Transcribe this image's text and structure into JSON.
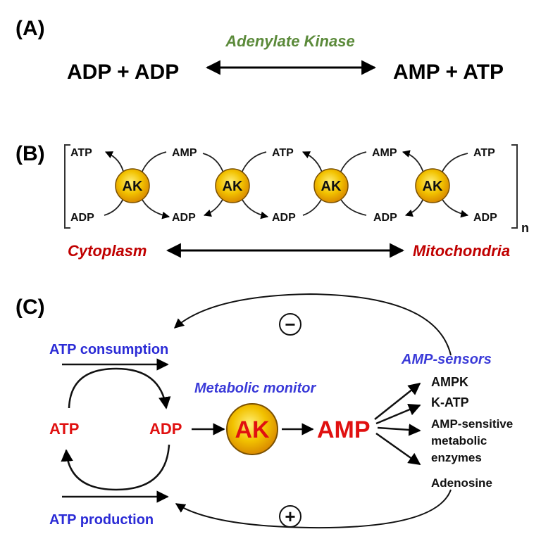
{
  "panel_a": {
    "label": "(A)",
    "enzyme": "Adenylate Kinase",
    "left": "ADP + ADP",
    "right": "AMP + ATP"
  },
  "panel_b": {
    "label": "(B)",
    "node_label": "AK",
    "subscript": "n",
    "nodes": [
      {
        "top_left": "ATP",
        "top_right": "AMP",
        "bottom_left": "ADP",
        "bottom_right": "ADP"
      },
      {
        "top_left": "",
        "top_right": "",
        "bottom_left": "ADP",
        "bottom_right": "ADP"
      },
      {
        "top_left": "ATP",
        "top_right": "AMP",
        "bottom_left": "",
        "bottom_right": ""
      },
      {
        "top_left": "",
        "top_right": "ATP",
        "bottom_left": "ADP",
        "bottom_right": "ADP"
      }
    ],
    "left_location": "Cytoplasm",
    "right_location": "Mitochondria"
  },
  "panel_c": {
    "label": "(C)",
    "atp_consumption": "ATP consumption",
    "atp_production": "ATP production",
    "atp": "ATP",
    "adp": "ADP",
    "metabolic_monitor": "Metabolic monitor",
    "ak": "AK",
    "amp": "AMP",
    "amp_sensors": "AMP-sensors",
    "sensors": [
      "AMPK",
      "K-ATP",
      "AMP-sensitive",
      "metabolic",
      "enzymes",
      "Adenosine"
    ],
    "minus": "−",
    "plus": "+"
  },
  "colors": {
    "enzyme_green": "#5b8a3a",
    "location_red": "#c00000",
    "blue": "#2b2bd6",
    "red": "#e01010",
    "ak_orange": "#e8a800"
  }
}
